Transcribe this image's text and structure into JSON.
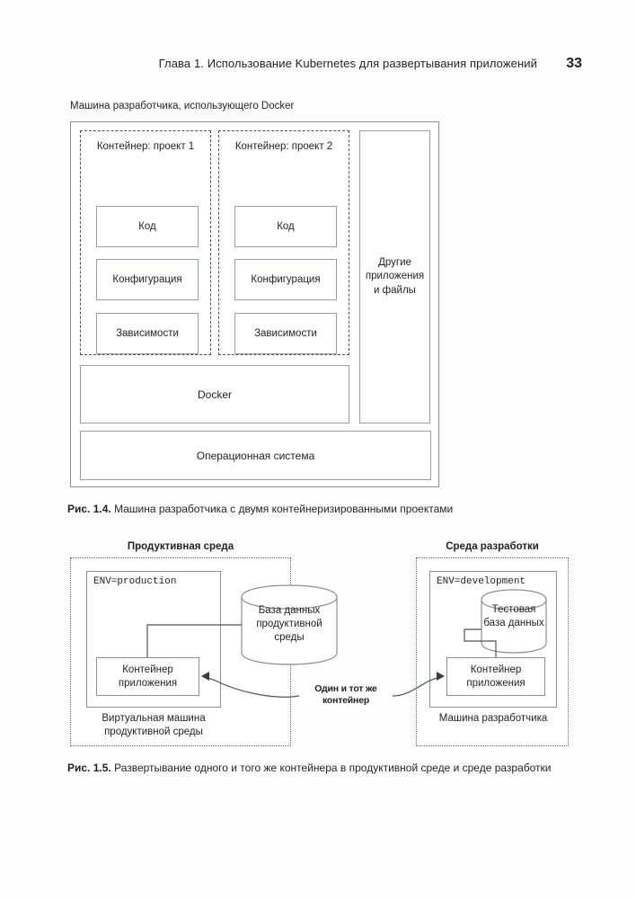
{
  "running_head": {
    "chapter_title": "Глава 1. Использование Kubernetes для развертывания приложений",
    "page_number": "33"
  },
  "figure_1_4": {
    "diagram_label": "Машина разработчика, использующего Docker",
    "containers": [
      {
        "title": "Контейнер: проект 1",
        "layers": [
          "Код",
          "Конфигурация",
          "Зависимости"
        ]
      },
      {
        "title": "Контейнер: проект 2",
        "layers": [
          "Код",
          "Конфигурация",
          "Зависимости"
        ]
      }
    ],
    "other_apps": "Другие приложения и файлы",
    "docker": "Docker",
    "operating_system": "Операционная система",
    "caption_lead": "Рис. 1.4.",
    "caption_text": " Машина разработчика с двумя контейнеризированными проектами"
  },
  "figure_1_5": {
    "production": {
      "header": "Продуктивная среда",
      "env_var": "ENV=production",
      "database": "База данных продуктивной среды",
      "app_container": "Контейнер приложения",
      "machine_label": "Виртуальная машина продуктивной среды"
    },
    "development": {
      "header": "Среда разработки",
      "env_var": "ENV=development",
      "database": "Тестовая база данных",
      "app_container": "Контейнер приложения",
      "machine_label": "Машина разработчика"
    },
    "same_container_label": "Один и тот же контейнер",
    "caption_lead": "Рис. 1.5.",
    "caption_text": " Развертывание одного и того же контейнера в продуктивной среде и среде разработки"
  },
  "colors": {
    "page_background": "#fefefe",
    "text": "#231f20",
    "box_stroke": "#9a9da1",
    "outer_stroke": "#8d9095",
    "dashed_stroke": "#4b4f54",
    "dotted_stroke": "#5d6166",
    "connector_stroke": "#4f5358"
  }
}
